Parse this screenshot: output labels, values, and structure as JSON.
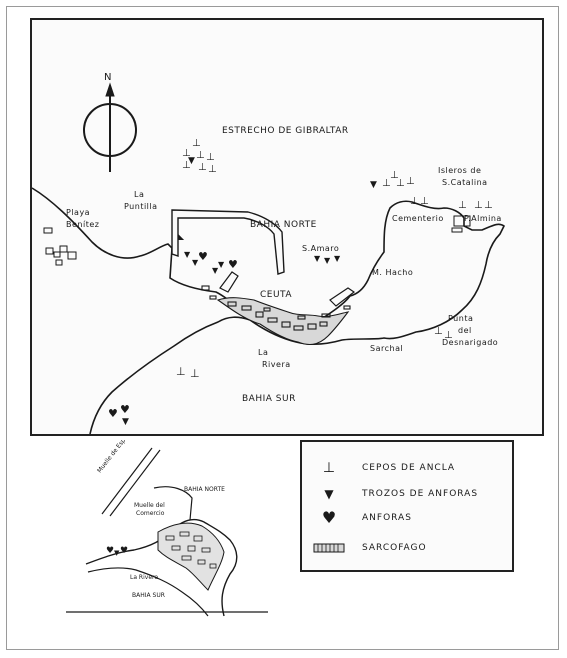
{
  "main_map": {
    "north_letter": "N",
    "labels": {
      "strait": "ESTRECHO DE GIBRALTAR",
      "playa_benitez": [
        "Playa",
        "Benítez"
      ],
      "la_puntilla": [
        "La",
        "Puntilla"
      ],
      "bahia_norte": "BAHIA NORTE",
      "s_amaro": "S.Amaro",
      "m_hacho": "M. Hacho",
      "isleros": [
        "Isleros de",
        "S.Catalina"
      ],
      "cementerio": "Cementerio",
      "p_almina": "P.Almina",
      "ceuta": "CEUTA",
      "la_rivera": [
        "La",
        "Rivera"
      ],
      "sarchal": "Sarchal",
      "punta_desnarigado": [
        "Punta",
        "del",
        "Desnarigado"
      ],
      "bahia_sur": "BAHIA SUR"
    }
  },
  "inset_map": {
    "labels": {
      "bahia_norte": "BAHIA NORTE",
      "muelle_comercio": [
        "Muelle del",
        "Comercio"
      ],
      "muelle_diagonal": "Muelle de España",
      "la_rivera": "La Rivera",
      "bahia_sur": "BAHIA SUR"
    }
  },
  "legend": {
    "items": [
      {
        "icon": "anchor-stock-icon",
        "label": "CEPOS DE ANCLA"
      },
      {
        "icon": "amphora-fragment-icon",
        "label": "TROZOS DE ANFORAS"
      },
      {
        "icon": "amphora-icon",
        "label": "ANFORAS"
      },
      {
        "icon": "sarcophagus-icon",
        "label": "SARCOFAGO"
      }
    ]
  },
  "colors": {
    "ink": "#1a1a1a",
    "paper": "#fbfbfb"
  }
}
